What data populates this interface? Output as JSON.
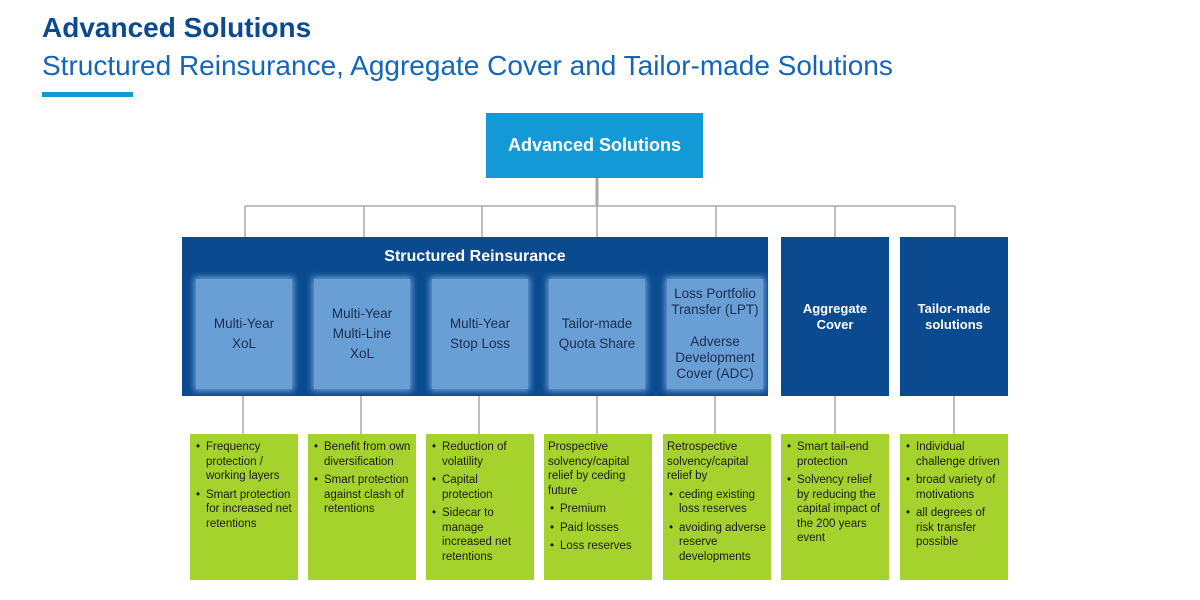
{
  "header": {
    "title": "Advanced Solutions",
    "subtitle": "Structured Reinsurance, Aggregate Cover and Tailor-made Solutions"
  },
  "colors": {
    "dark_blue": "#0b4a8f",
    "light_blue": "#139ad6",
    "sub_box_blue": "#6a9fd6",
    "green": "#a6d22e",
    "connector_gray": "#a9a9a9"
  },
  "diagram": {
    "root": "Advanced Solutions",
    "structured_reinsurance": {
      "title": "Structured Reinsurance",
      "items": [
        {
          "label": "Multi-Year\nXoL",
          "details": {
            "intro": "",
            "bullets": [
              "Frequency protection / working layers",
              "Smart protection for increased net retentions"
            ]
          }
        },
        {
          "label": "Multi-Year\nMulti-Line\nXoL",
          "details": {
            "intro": "",
            "bullets": [
              "Benefit from own diversification",
              "Smart protection against clash of retentions"
            ]
          }
        },
        {
          "label": "Multi-Year\nStop Loss",
          "details": {
            "intro": "",
            "bullets": [
              "Reduction of volatility",
              "Capital protection",
              "Sidecar to manage increased net retentions"
            ]
          }
        },
        {
          "label": "Tailor-made\nQuota Share",
          "details": {
            "intro": "Prospective solvency/capital relief by ceding future",
            "bullets": [
              "Premium",
              "Paid losses",
              "Loss reserves"
            ]
          }
        },
        {
          "label": "Loss Portfolio\nTransfer (LPT)\n\nAdverse\nDevelopment\nCover (ADC)",
          "details": {
            "intro": "Retrospective solvency/capital relief by",
            "bullets": [
              "ceding existing loss reserves",
              "avoiding adverse reserve developments"
            ]
          }
        }
      ]
    },
    "aggregate_cover": {
      "label": "Aggregate\nCover",
      "details": {
        "intro": "",
        "bullets": [
          "Smart tail-end protection",
          "Solvency relief by reducing the capital impact of the 200 years event"
        ]
      }
    },
    "tailor_made": {
      "label": "Tailor-made\nsolutions",
      "details": {
        "intro": "",
        "bullets": [
          "Individual challenge driven",
          "broad variety of motivations",
          "all degrees of risk transfer possible"
        ]
      }
    }
  }
}
